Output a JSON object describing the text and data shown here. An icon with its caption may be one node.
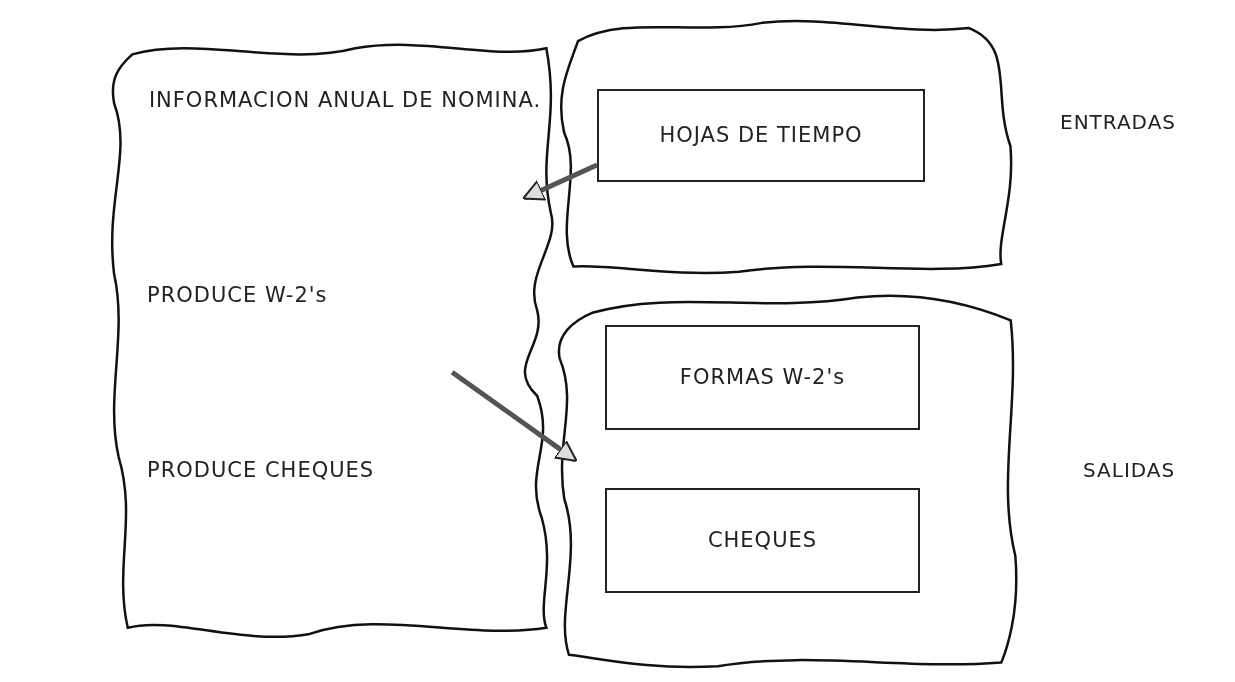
{
  "diagram": {
    "nodes": [
      {
        "text": [
          "INFORMACION ANUAL DE NOMINA.",
          "PRODUCE W-2's",
          "PRODUCE CHEQUES"
        ]
      },
      {
        "text": [],
        "shape": "cloud",
        "beside": [
          "ENTRADAS"
        ]
      },
      {
        "text": [
          "HOJAS DE TIEMPO"
        ],
        "in": 1
      },
      {
        "text": [],
        "shape": "cloud",
        "beside": [
          "SALIDAS"
        ]
      },
      {
        "text": [
          "FORMAS W-2's"
        ],
        "in": 3
      },
      {
        "text": [
          "CHEQUES"
        ],
        "in": 3
      }
    ],
    "edges": [
      {
        "from": 2,
        "to": 0,
        "arrow": "to"
      },
      {
        "from": 0,
        "to": 3,
        "arrow": "to"
      }
    ]
  }
}
